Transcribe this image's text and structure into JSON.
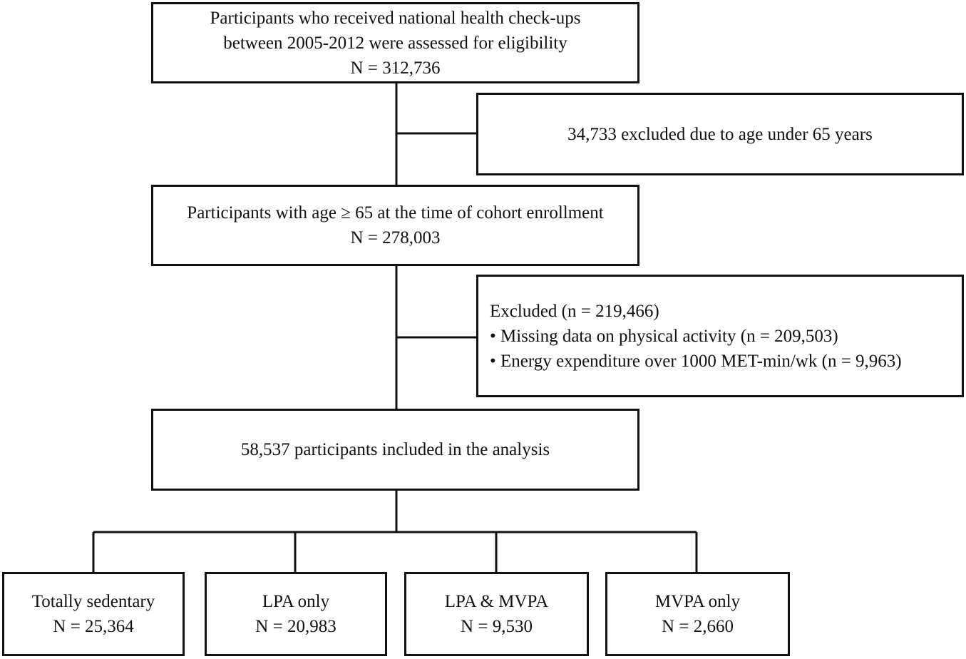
{
  "flowchart": {
    "assessed": {
      "line1": "Participants who received national health check-ups",
      "line2": "between 2005-2012 were assessed for eligibility",
      "count": "N = 312,736"
    },
    "excluded_age": {
      "text": "34,733 excluded due to age under 65 years"
    },
    "age_eligible": {
      "line1": "Participants with age ≥ 65 at the time of cohort enrollment",
      "count": "N = 278,003"
    },
    "excluded_other": {
      "title": "Excluded (n = 219,466)",
      "items": [
        "• Missing data on physical activity (n = 209,503)",
        "• Energy expenditure over 1000 MET-min/wk (n = 9,963)"
      ]
    },
    "included": {
      "text": "58,537 participants included in the analysis"
    },
    "groups": [
      {
        "label": "Totally sedentary",
        "count": "N = 25,364"
      },
      {
        "label": "LPA only",
        "count": "N = 20,983"
      },
      {
        "label": "LPA & MVPA",
        "count": "N = 9,530"
      },
      {
        "label": "MVPA only",
        "count": "N = 2,660"
      }
    ]
  }
}
